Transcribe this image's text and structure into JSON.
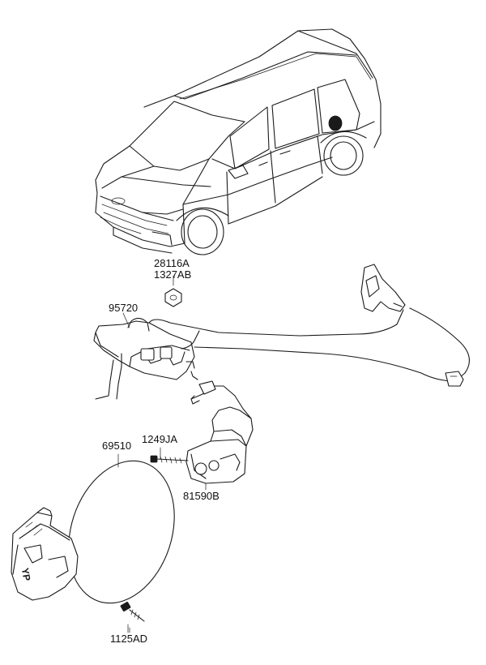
{
  "colors": {
    "background": "#ffffff",
    "ink": "#1a1a1a"
  },
  "labels": {
    "part_28116A": "28116A",
    "part_1327AB": "1327AB",
    "part_95720": "95720",
    "part_1249JA": "1249JA",
    "part_69510": "69510",
    "part_81590B": "81590B",
    "part_1125AD": "1125AD"
  },
  "icons": {
    "vehicle": "minivan-icon",
    "fuel_door": "fuel-door-icon",
    "actuator": "fuel-door-actuator-icon",
    "cable": "release-cable-icon",
    "housing": "fuel-filler-housing-icon",
    "lever": "release-lever-icon"
  }
}
